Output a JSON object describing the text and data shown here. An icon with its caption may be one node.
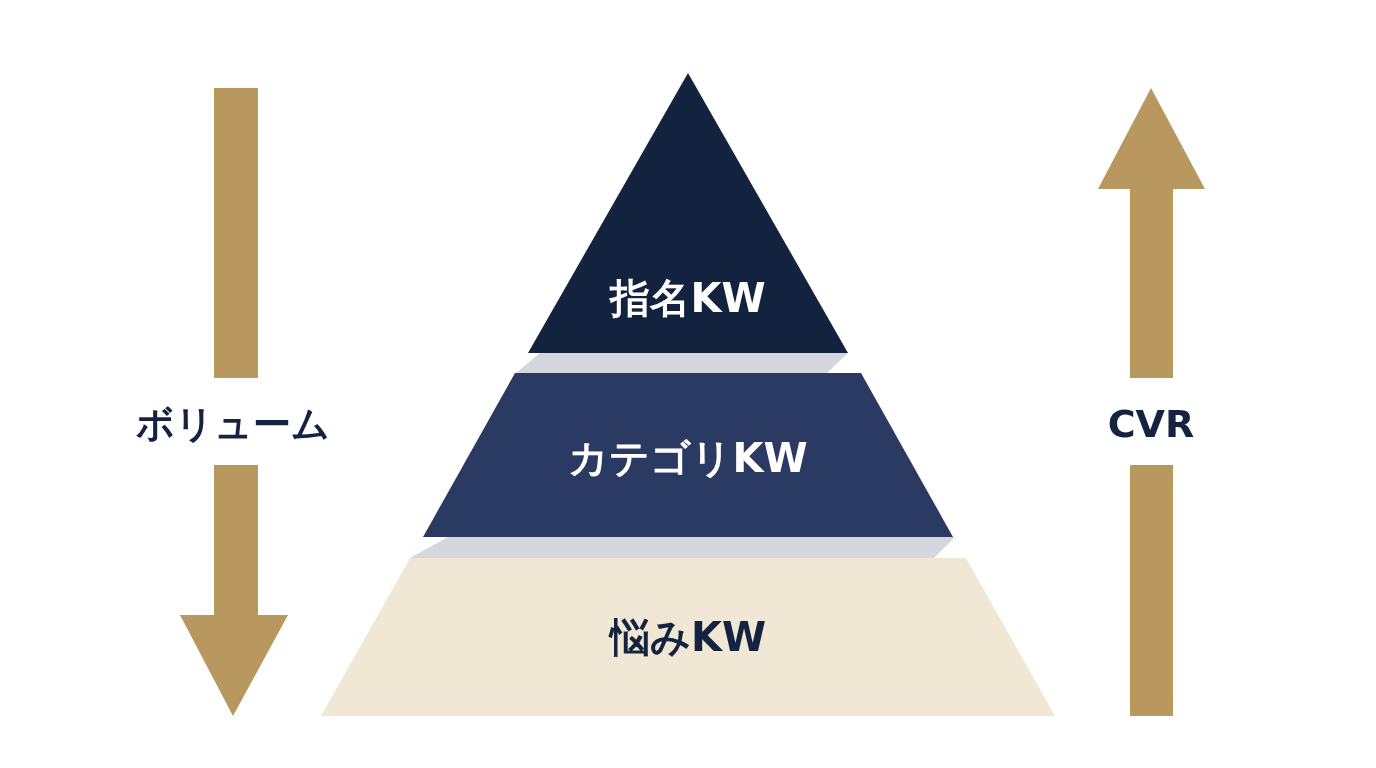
{
  "diagram": {
    "nodes": [
      {
        "text": [
          "指名KW"
        ]
      },
      {
        "text": [
          "カテゴリKW"
        ]
      },
      {
        "text": [
          "悩みKW"
        ]
      }
    ],
    "labels": [
      "ボリューム",
      "CVR"
    ]
  }
}
